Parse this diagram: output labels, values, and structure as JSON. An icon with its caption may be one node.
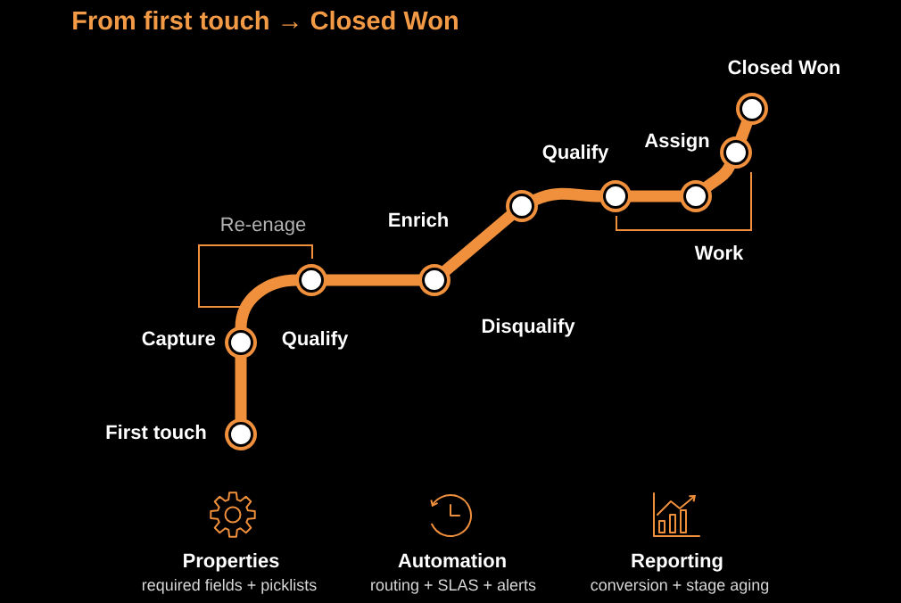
{
  "diagram": {
    "title": "From first touch → Closed Won",
    "nodes": [
      {
        "text": [],
        "shape": "circle",
        "beside": [
          "First touch"
        ]
      },
      {
        "text": [],
        "shape": "circle",
        "beside": [
          "Capture"
        ]
      },
      {
        "text": [],
        "shape": "circle"
      },
      {
        "text": [],
        "shape": "circle",
        "beside": [
          "Enrich"
        ]
      },
      {
        "text": [],
        "shape": "circle"
      },
      {
        "text": [],
        "shape": "circle"
      },
      {
        "text": [],
        "shape": "circle"
      },
      {
        "text": [],
        "shape": "circle",
        "beside": [
          "Assign"
        ]
      },
      {
        "text": [],
        "shape": "circle",
        "beside": [
          "Closed Won"
        ]
      }
    ],
    "edges": [
      {
        "from": 0,
        "to": 1,
        "arrow": "none"
      },
      {
        "from": 1,
        "to": 2,
        "arrow": "none"
      },
      {
        "from": 2,
        "to": 3,
        "arrow": "none"
      },
      {
        "from": 3,
        "to": 4,
        "arrow": "none"
      },
      {
        "from": 4,
        "to": 5,
        "arrow": "none"
      },
      {
        "from": 5,
        "to": 6,
        "arrow": "none"
      },
      {
        "from": 6,
        "to": 7,
        "arrow": "none"
      },
      {
        "from": 7,
        "to": 8,
        "arrow": "none"
      }
    ],
    "labels": [
      "Qualify",
      "Re-enage",
      "Work",
      "Disqualify",
      "Qualify",
      "Properties",
      "Automation",
      "Reporting",
      "required fields + picklists",
      "routing + SLAS + alerts",
      "conversion + stage aging"
    ]
  }
}
